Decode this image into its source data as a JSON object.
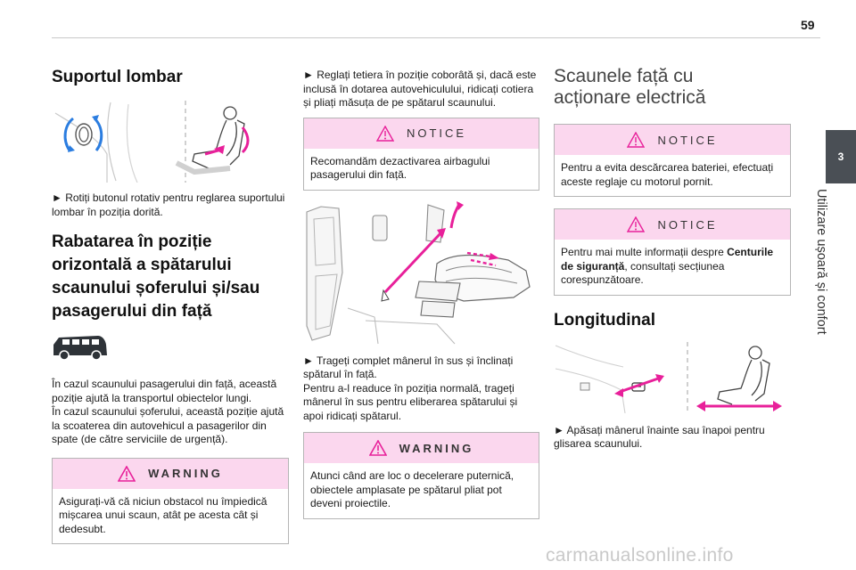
{
  "page": {
    "number": "59"
  },
  "chapter": {
    "number": "3",
    "title": "Utilizare ușoară și confort"
  },
  "col1": {
    "section1_title": "Suportul lombar",
    "section1_text": "► Rotiți butonul rotativ pentru reglarea suportului lombar în poziția dorită.",
    "section2_title_lines": [
      "Rabatarea în poziție",
      "orizontală a spătarului",
      "scaunului șoferului și/sau",
      "pasagerului din față"
    ],
    "section2_p1": "În cazul scaunului pasagerului din față, această poziție ajută la transportul obiectelor lungi.",
    "section2_p2": "În cazul scaunului șoferului, această poziție ajută la scoaterea din autovehicul a pasagerilor din spate (de către serviciile de urgență).",
    "warning_title": "WARNING",
    "warning_text": "Asigurați-vă că niciun obstacol nu împiedică mișcarea unui scaun, atât pe acesta cât și dedesubt."
  },
  "col2": {
    "intro": "► Reglați tetiera în poziție coborâtă și, dacă este inclusă în dotarea autovehiculului, ridicați cotiera și pliați măsuța de pe spătarul scaunului.",
    "notice_title": "NOTICE",
    "notice_text": "Recomandăm dezactivarea airbagului pasagerului din față.",
    "step_p1": "► Trageți complet mânerul în sus și înclinați spătarul în față.",
    "step_p2": "Pentru a-l readuce în poziția normală, trageți mânerul în sus pentru eliberarea spătarului și apoi ridicați spătarul.",
    "warning_title": "WARNING",
    "warning_text": "Atunci când are loc o decelerare puternică, obiectele amplasate pe spătarul pliat pot deveni proiectile."
  },
  "col3": {
    "title_lines": [
      "Scaunele față cu",
      "acționare electrică"
    ],
    "notice1_title": "NOTICE",
    "notice1_text": "Pentru a evita descărcarea bateriei, efectuați aceste reglaje cu motorul pornit.",
    "notice2_title": "NOTICE",
    "notice2_pre": "Pentru mai multe informații despre ",
    "notice2_bold": "Centurile de siguranță",
    "notice2_post": ", consultați secțiunea corespunzătoare.",
    "section_title": "Longitudinal",
    "section_text": "► Apăsați mânerul înainte sau înapoi pentru glisarea scaunului."
  },
  "watermark": "carmanualsonline.info",
  "colors": {
    "accent": "#e8209a",
    "box_header": "#fbd7ee",
    "tab": "#4a4f55"
  }
}
